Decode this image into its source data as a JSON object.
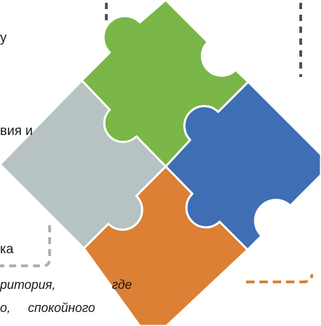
{
  "fragments": {
    "line1": "у",
    "line2": "вия и",
    "line3": "ка",
    "bottom1_a": "ритория,",
    "bottom1_b": "где",
    "bottom2_a": "о,",
    "bottom2_b": "спокойного"
  },
  "pieces": [
    {
      "name": "green-piece",
      "color": "#7ab648"
    },
    {
      "name": "blue-piece",
      "color": "#3f6eb5"
    },
    {
      "name": "gray-piece",
      "color": "#b7c3c3"
    },
    {
      "name": "orange-piece",
      "color": "#db8034"
    }
  ],
  "colors": {
    "dash_dark": "#4a5060",
    "dash_gray": "#a9b2b2",
    "dash_orange": "#db8034"
  }
}
